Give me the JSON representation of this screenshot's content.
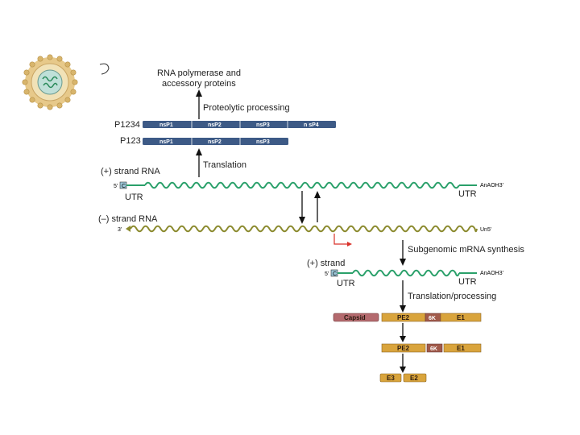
{
  "diagram": {
    "top_label": "RNA polymerase and\naccessory proteins",
    "proteolytic": "Proteolytic processing",
    "translation": "Translation",
    "p1234": {
      "name": "P1234",
      "segments": [
        "nsP1",
        "nsP2",
        "nsP3",
        "n sP4"
      ]
    },
    "p123": {
      "name": "P123",
      "segments": [
        "nsP1",
        "nsP2",
        "nsP3"
      ]
    },
    "plus_strand": {
      "label": "(+) strand RNA",
      "five_prime": "5'",
      "cap": "C",
      "utr_left": "UTR",
      "utr_right": "UTR",
      "tail": "AnAOH3'"
    },
    "minus_strand": {
      "label": "(–) strand RNA",
      "three_prime": "3'",
      "tail": "Un5'"
    },
    "subgenomic": {
      "synthesis": "Subgenomic mRNA synthesis",
      "label": "(+) strand",
      "five_prime": "5'",
      "cap": "C",
      "utr_left": "UTR",
      "utr_right": "UTR",
      "tail": "AnAOH3'",
      "processing": "Translation/processing"
    },
    "row1": [
      "Capsid",
      "PE2",
      "6K",
      "E1"
    ],
    "row2": [
      "PE2",
      "6K",
      "E1"
    ],
    "row3": [
      "E3",
      "E2"
    ],
    "colors": {
      "nsp_blue": "#3d5a86",
      "rna_green": "#2aa06a",
      "rna_olive": "#8b8a2e",
      "capsid": "#b46a6e",
      "envelope": "#d9a43c",
      "k6": "#a15a4a",
      "arrow_red": "#d9322a"
    }
  }
}
